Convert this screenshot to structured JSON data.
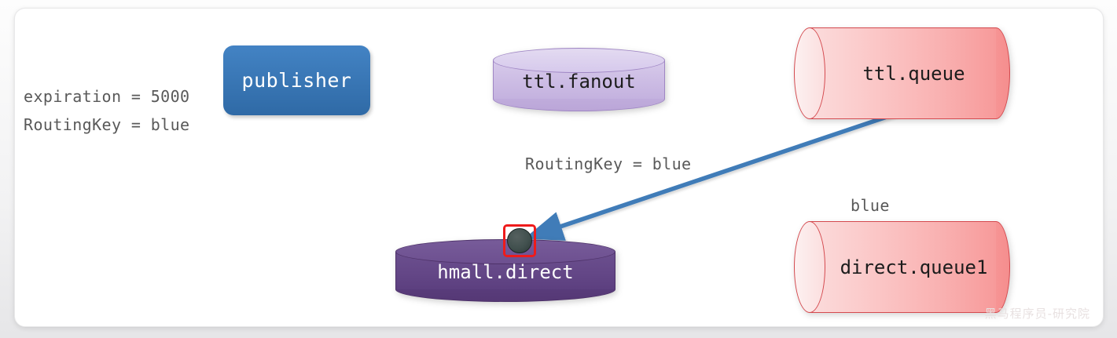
{
  "diagram": {
    "title": "RabbitMQ TTL dead-letter routing diagram",
    "watermark": "黑马程序员-研究院",
    "colors": {
      "arrow": "#3f7cb8",
      "publisher_fill": "#3b79b8",
      "exchange_fanout_fill": "#ccbce4",
      "exchange_direct_fill": "#644787",
      "queue_fill": "#f9b0b0",
      "highlight_box": "#ee1b1b",
      "binding_dot": "#41504e",
      "label_text": "#595959",
      "card_bg": "#ffffff"
    }
  },
  "annotations": {
    "expiration": "expiration = 5000",
    "routing_key_publisher": "RoutingKey = blue",
    "routing_key_dead_letter": "RoutingKey = blue",
    "binding_key_blue": "blue"
  },
  "nodes": {
    "publisher": {
      "label": "publisher",
      "type": "application"
    },
    "ttl_fanout": {
      "label": "ttl.fanout",
      "type": "exchange"
    },
    "ttl_queue": {
      "label": "ttl.queue",
      "type": "queue"
    },
    "hmall_direct": {
      "label": "hmall.direct",
      "type": "exchange"
    },
    "direct_queue1": {
      "label": "direct.queue1",
      "type": "queue"
    }
  },
  "edges": [
    {
      "name": "publisher-to-ttl-fanout",
      "from": "publisher",
      "to": "ttl_fanout",
      "label": ""
    },
    {
      "name": "ttl-fanout-to-ttl-queue",
      "from": "ttl_fanout",
      "to": "ttl_queue",
      "label": ""
    },
    {
      "name": "ttl-queue-to-hmall-direct",
      "from": "ttl_queue",
      "to": "hmall_direct",
      "label": "RoutingKey = blue"
    },
    {
      "name": "hmall-direct-to-direct-queue1",
      "from": "hmall_direct",
      "to": "direct_queue1",
      "label": "blue"
    }
  ]
}
